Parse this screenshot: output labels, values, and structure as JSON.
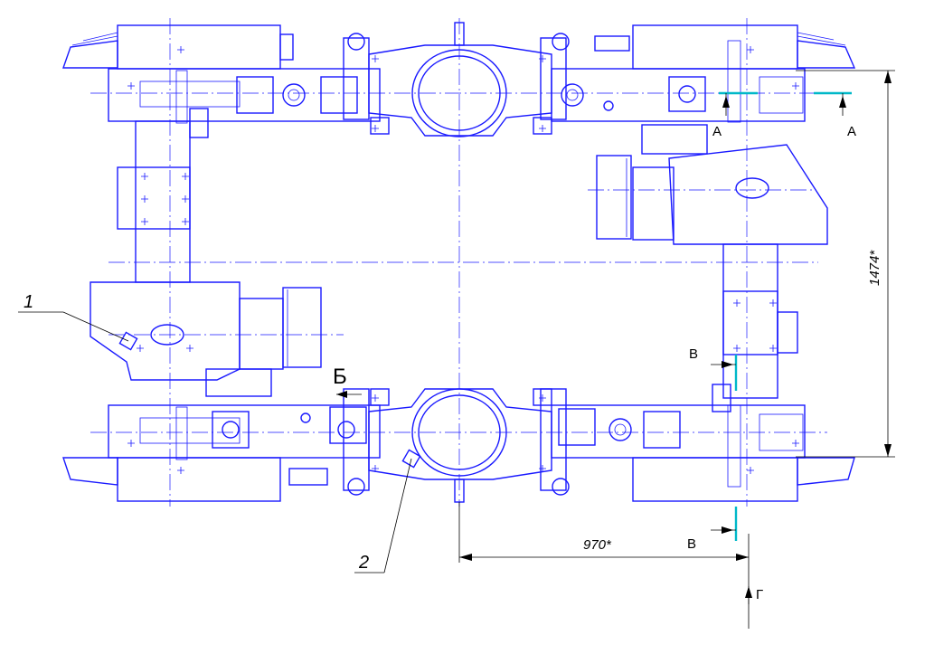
{
  "labels": {
    "part1": "1",
    "part2": "2",
    "section_a_left": "A",
    "section_a_right": "A",
    "section_b": "Б",
    "section_v_top": "В",
    "section_v_bottom": "В",
    "section_g": "Г"
  },
  "dimensions": {
    "height": "1474*",
    "width": "970*"
  },
  "colors": {
    "drawing": "#1a1aff",
    "section_mark": "#00b8c8",
    "dimension": "#000000"
  }
}
